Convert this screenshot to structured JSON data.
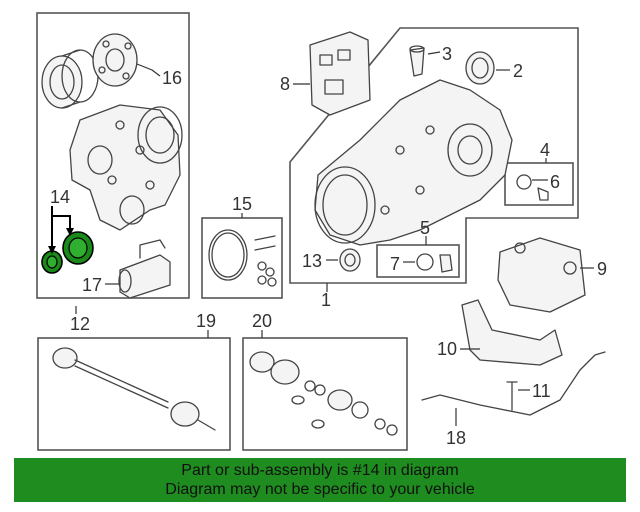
{
  "callouts": {
    "c1": "1",
    "c2": "2",
    "c3": "3",
    "c4": "4",
    "c5": "5",
    "c6": "6",
    "c7": "7",
    "c8": "8",
    "c9": "9",
    "c10": "10",
    "c11": "11",
    "c12": "12",
    "c13": "13",
    "c14": "14",
    "c15": "15",
    "c16": "16",
    "c17": "17",
    "c18": "18",
    "c19": "19",
    "c20": "20"
  },
  "highlight": {
    "part_number": "14",
    "color": "#1f8c1f"
  },
  "banner": {
    "line1": "Part or sub-assembly is #14 in diagram",
    "line2": "Diagram may not be specific to your vehicle"
  }
}
